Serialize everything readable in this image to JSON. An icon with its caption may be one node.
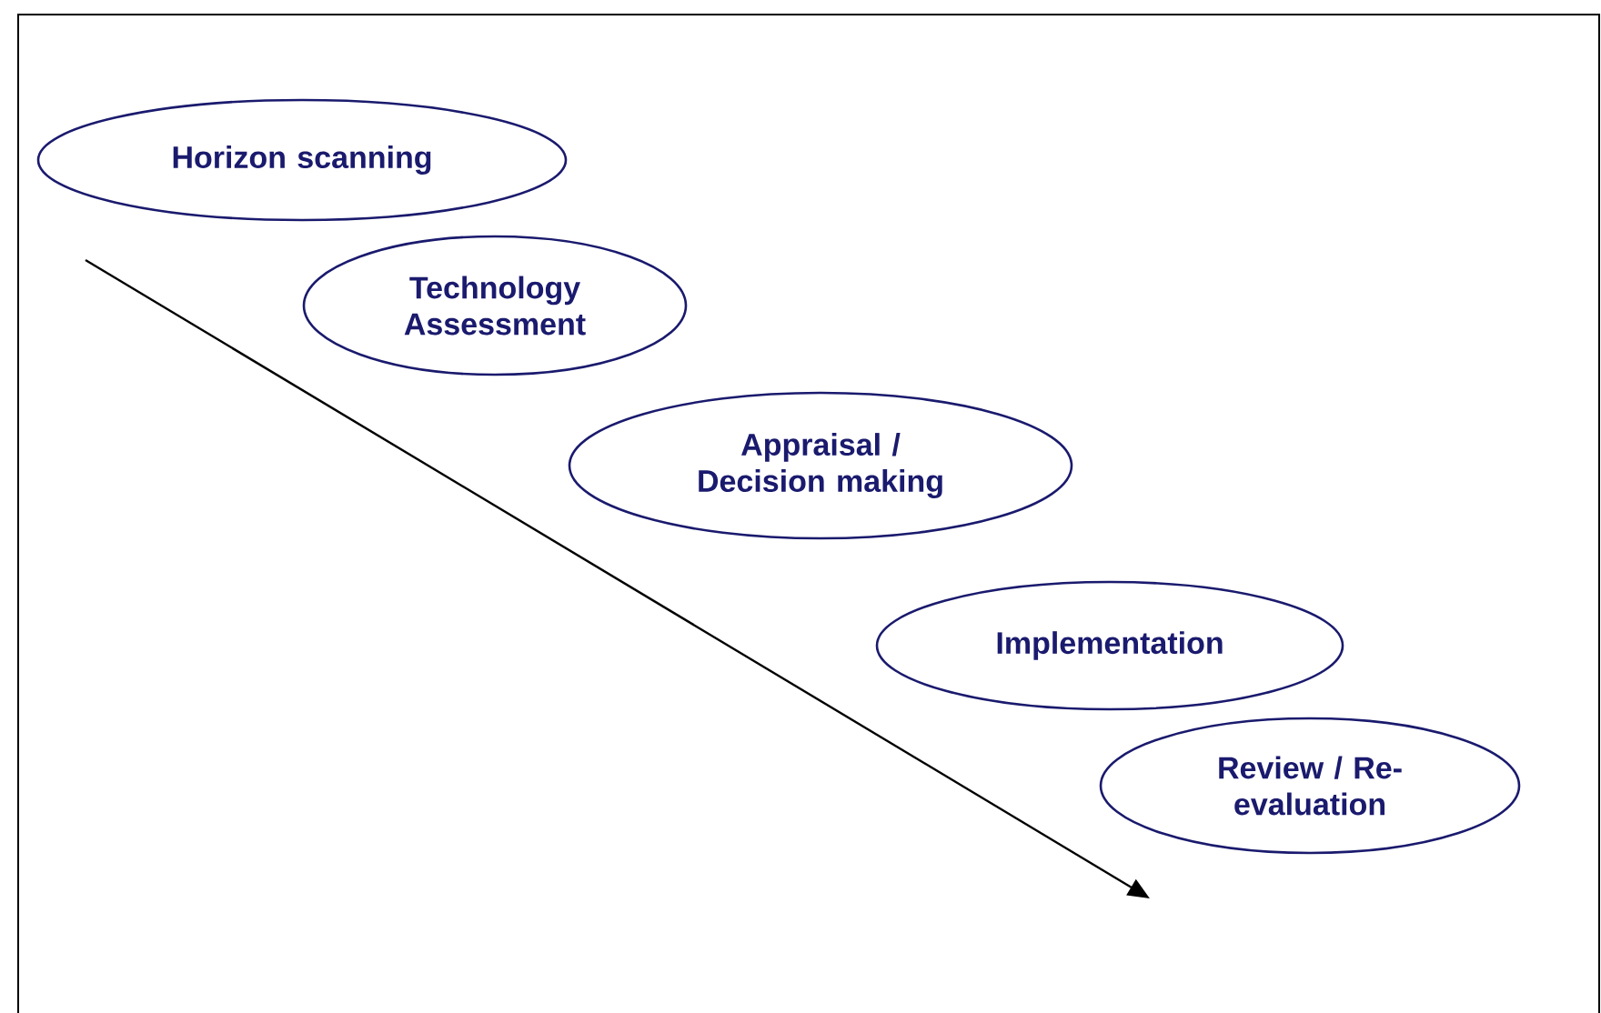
{
  "diagram": {
    "nodes": [
      {
        "text": [
          "Horizon scanning"
        ]
      },
      {
        "text": [
          "Technology Assessment"
        ]
      },
      {
        "text": [
          "Appraisal / Decision making"
        ]
      },
      {
        "text": [
          "Implementation"
        ]
      },
      {
        "text": [
          "Review / Re-evaluation"
        ]
      }
    ]
  }
}
